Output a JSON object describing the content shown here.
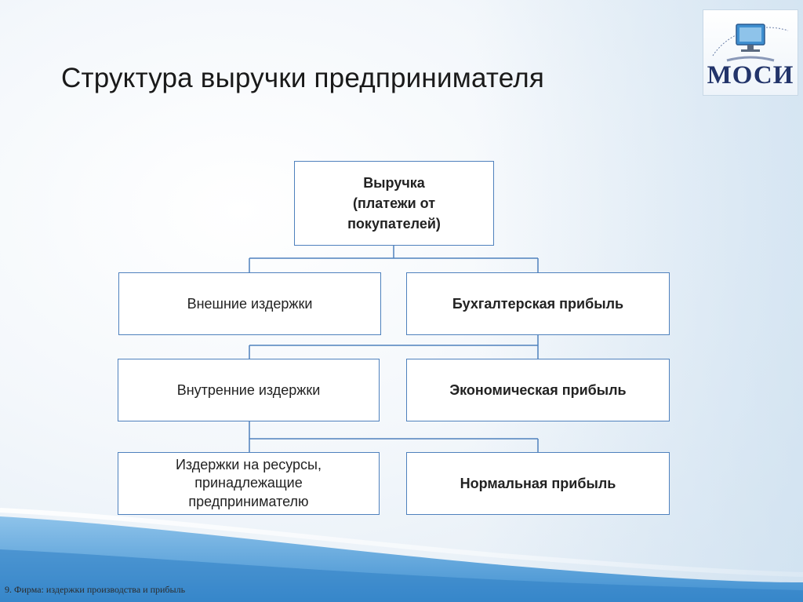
{
  "slide": {
    "title": "Структура выручки предпринимателя",
    "footer": "9. Фирма: издержки производства и прибыль",
    "logo": {
      "text": "МОСИ",
      "icon": "computer-monitor-icon"
    }
  },
  "diagram": {
    "top": "Выручка\n(платежи от\nпокупателей)",
    "row1": {
      "left": "Внешние издержки",
      "right": "Бухгалтерская прибыль"
    },
    "row2": {
      "left": "Внутренние издержки",
      "right": "Экономическая прибыль"
    },
    "row3": {
      "left": "Издержки на ресурсы,\nпринадлежащие\nпредпринимателю",
      "right": "Нормальная прибыль"
    }
  },
  "colors": {
    "box_border": "#4f81bd",
    "connector": "#4f81bd",
    "wave_blue": "#5aa0d8",
    "logo_text": "#22346a"
  }
}
